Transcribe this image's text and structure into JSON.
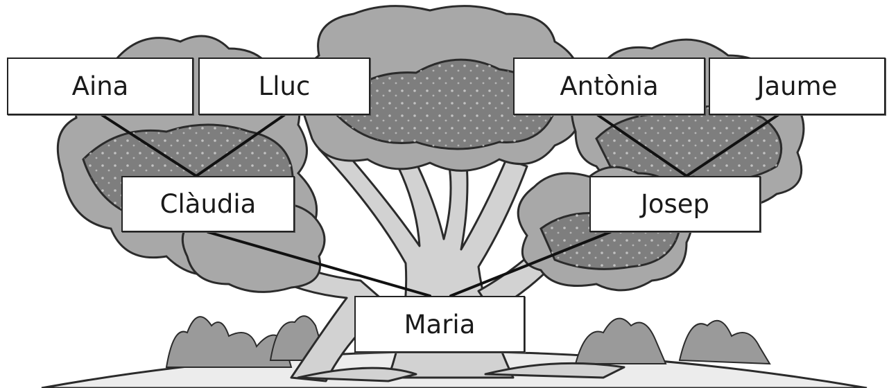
{
  "people": {
    "aina": "Aina",
    "lluc": "Lluc",
    "antonia": "Antònia",
    "jaume": "Jaume",
    "claudia": "Clàudia",
    "josep": "Josep",
    "maria": "Maria"
  },
  "colors": {
    "foliage_light": "#a6a6a6",
    "foliage_dark": "#7d7d7d",
    "trunk": "#cfcfcf",
    "outline": "#2b2b2b",
    "ground": "#ececec"
  }
}
